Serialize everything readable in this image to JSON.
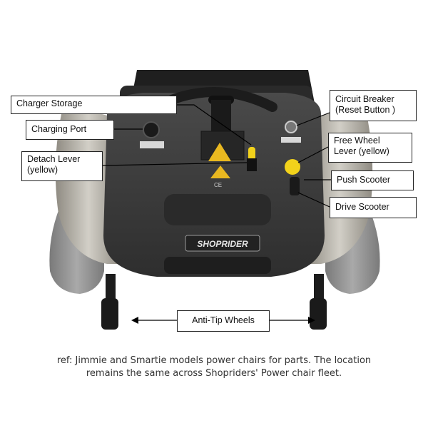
{
  "labels": {
    "charger_storage": "Charger Storage",
    "charging_port": "Charging Port",
    "detach_lever_line1": "Detach Lever",
    "detach_lever_line2": "(yellow)",
    "circuit_breaker_line1": "Circuit Breaker",
    "circuit_breaker_line2": "(Reset Button )",
    "free_wheel_line1": "Free Wheel",
    "free_wheel_line2": "Lever (yellow)",
    "push_scooter": "Push Scooter",
    "drive_scooter": "Drive Scooter",
    "anti_tip_wheels": "Anti-Tip Wheels"
  },
  "brand": "SHOPRIDER",
  "caption": {
    "line1": "ref: Jimmie and Smartie models power chairs for parts. The location",
    "line2": "remains the same across Shopriders' Power chair fleet."
  },
  "colors": {
    "body_dark": "#3a3a3a",
    "body_panel": "#2b2b2b",
    "shell_silver": "#b9b6ae",
    "tire_grey": "#8f8f8f",
    "lever_yellow": "#f2d21b",
    "warning_yellow": "#e9b820",
    "label_border": "#222222"
  }
}
